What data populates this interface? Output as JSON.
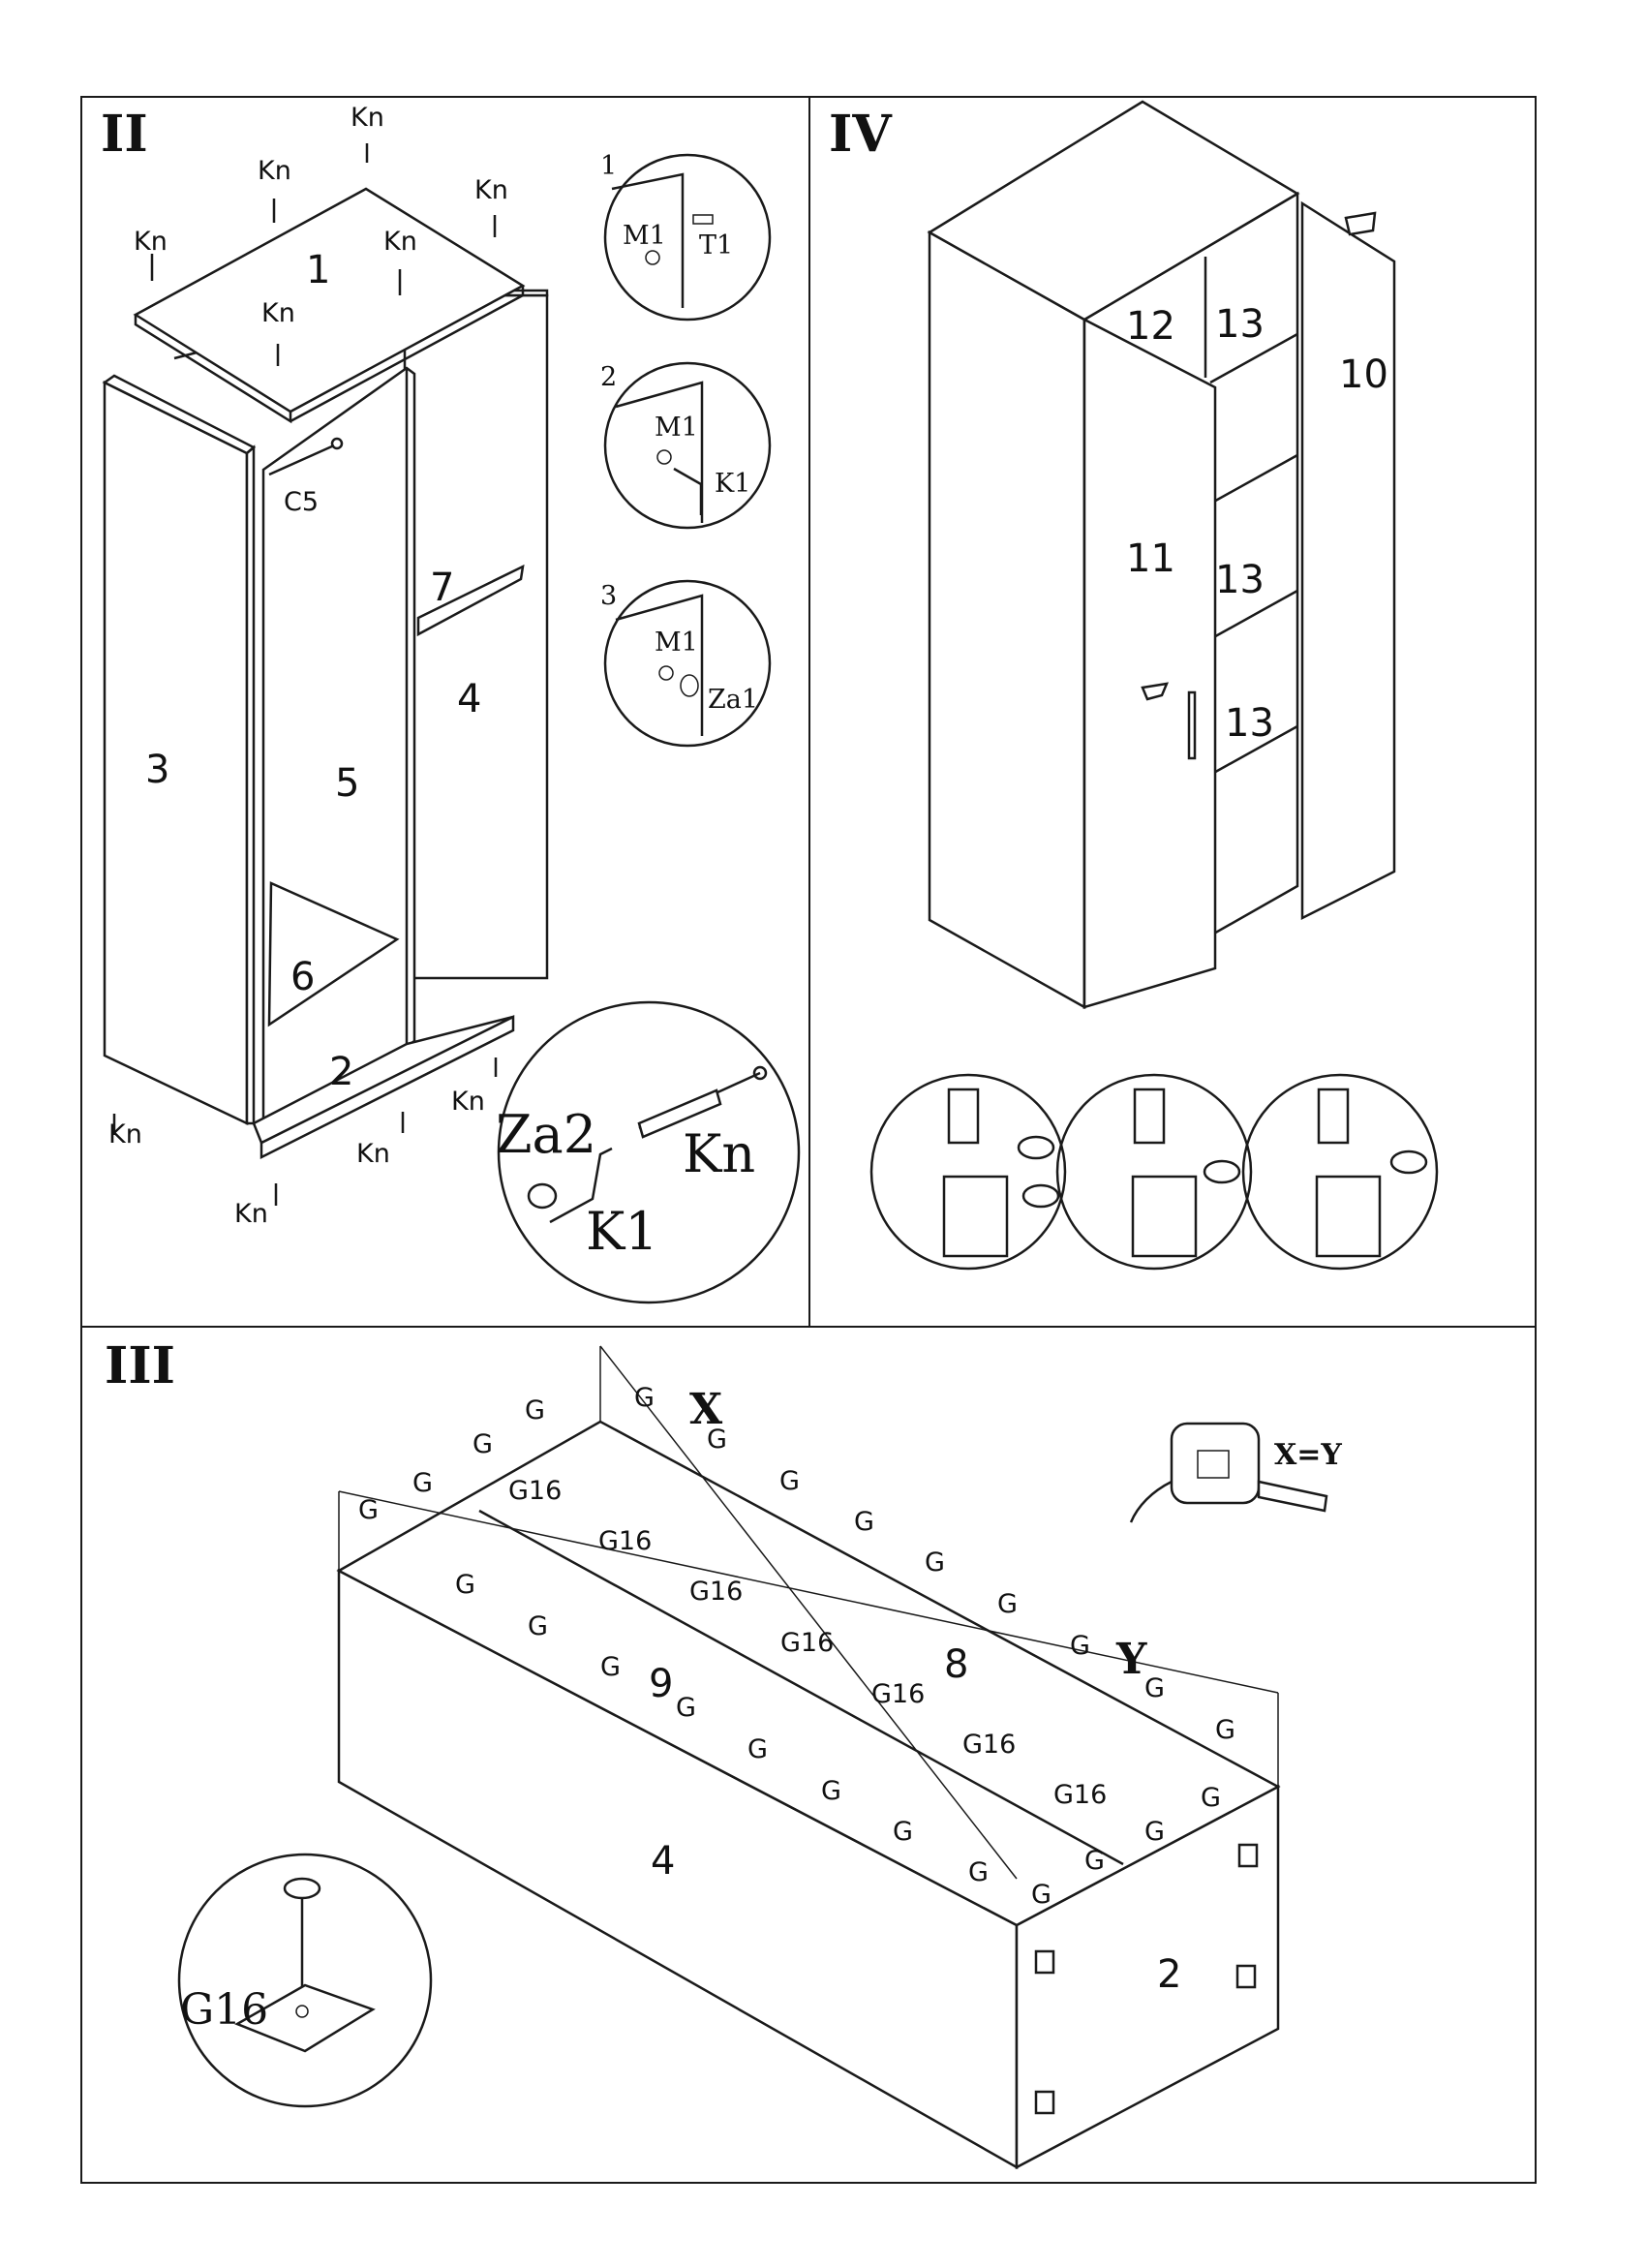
{
  "panels": {
    "II": {
      "title": "II",
      "parts": {
        "p1": "1",
        "p2": "2",
        "p3": "3",
        "p4": "4",
        "p5": "5",
        "p6": "6",
        "p7": "7"
      },
      "kn": "Kn",
      "c5": "C5",
      "details": [
        {
          "step": "1",
          "a": "M1",
          "b": "T1"
        },
        {
          "step": "2",
          "a": "M1",
          "b": "K1"
        },
        {
          "step": "3",
          "a": "M1",
          "b": "Za1"
        }
      ],
      "zoom": {
        "za2": "Za2",
        "kn": "Kn",
        "k1": "K1"
      }
    },
    "IV": {
      "title": "IV",
      "parts": {
        "p10": "10",
        "p11": "11",
        "p12": "12",
        "p13": "13"
      }
    },
    "III": {
      "title": "III",
      "parts": {
        "p2": "2",
        "p4": "4",
        "p8": "8",
        "p9": "9"
      },
      "g": "G",
      "g16": "G16",
      "x": "X",
      "y": "Y",
      "xy": "X=Y",
      "detail": "G16"
    }
  }
}
